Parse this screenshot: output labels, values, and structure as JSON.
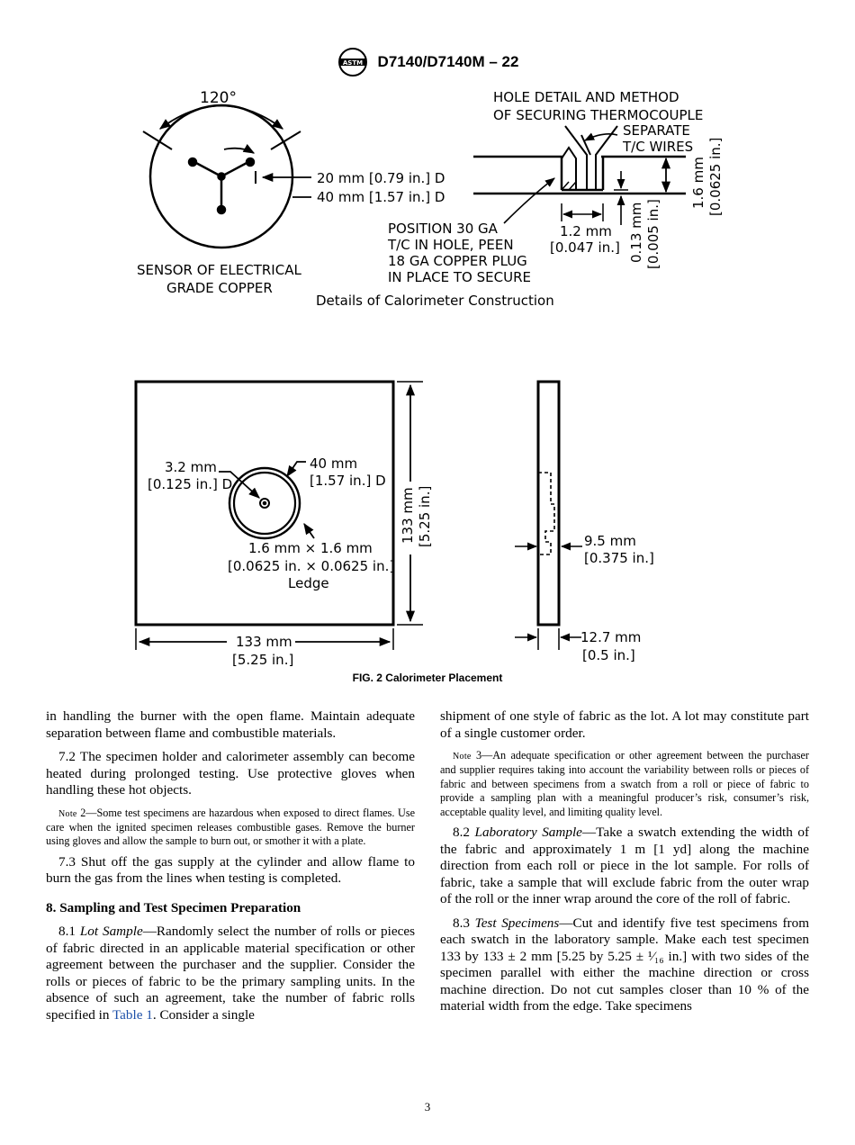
{
  "header": {
    "logo_text": "ASTM",
    "designation": "D7140/D7140M – 22"
  },
  "figure_top": {
    "angle": "120°",
    "dim_20": "20 mm [0.79 in.] D",
    "dim_40": "40 mm [1.57 in.] D",
    "sensor_line1": "SENSOR OF ELECTRICAL",
    "sensor_line2": "GRADE COPPER",
    "hole_title_line1": "HOLE DETAIL AND METHOD",
    "hole_title_line2": "OF SECURING THERMOCOUPLE",
    "separate_line1": "SEPARATE",
    "separate_line2": "T/C WIRES",
    "thick_mm": "1.6 mm",
    "thick_in": "[0.0625 in.]",
    "position_line1": "POSITION 30 GA",
    "position_line2": "T/C IN HOLE, PEEN",
    "position_line3": "18 GA COPPER PLUG",
    "position_line4": "IN PLACE TO SECURE",
    "width_mm": "1.2 mm",
    "width_in": "[0.047 in.]",
    "depth_mm": "0.13 mm",
    "depth_in": "[0.005 in.]",
    "caption": "Details of Calorimeter Construction"
  },
  "figure_bottom": {
    "hole_mm": "3.2 mm",
    "hole_in": "[0.125 in.] D",
    "ring_mm": "40 mm",
    "ring_in": "[1.57 in.] D",
    "ledge_line1": "1.6 mm × 1.6 mm",
    "ledge_line2": "[0.0625 in. × 0.0625 in.]",
    "ledge_line3": "Ledge",
    "height_mm": "133 mm",
    "height_in": "[5.25 in.]",
    "width_mm": "133 mm",
    "width_in": "[5.25 in.]",
    "depth_mm": "9.5 mm",
    "depth_in": "[0.375 in.]",
    "thick_mm": "12.7 mm",
    "thick_in": "[0.5 in.]"
  },
  "figure_caption": "FIG. 2 Calorimeter Placement",
  "left_column": {
    "p_cont": "in handling the burner with the open flame. Maintain adequate separation between flame and combustible materials.",
    "p72": "7.2 The specimen holder and calorimeter assembly can become heated during prolonged testing. Use protective gloves when handling these hot objects.",
    "note2_label": "Note",
    "note2_text": " 2—Some test specimens are hazardous when exposed to direct flames. Use care when the ignited specimen releases combustible gases. Remove the burner using gloves and allow the sample to burn out, or smother it with a plate.",
    "p73": "7.3 Shut off the gas supply at the cylinder and allow flame to burn the gas from the lines when testing is completed.",
    "section8": "8. Sampling and Test Specimen Preparation",
    "p81_num": "8.1 ",
    "p81_title": "Lot Sample",
    "p81_text": "—Randomly select the number of rolls or pieces of fabric directed in an applicable material specification or other agreement between the purchaser and the supplier. Consider the rolls or pieces of fabric to be the primary sampling units. In the absence of such an agreement, take the number of fabric rolls specified in ",
    "p81_link": "Table 1",
    "p81_tail": ". Consider a single"
  },
  "right_column": {
    "p_cont": "shipment of one style of fabric as the lot. A lot may constitute part of a single customer order.",
    "note3_label": "Note",
    "note3_text": " 3—An adequate specification or other agreement between the purchaser and supplier requires taking into account the variability between rolls or pieces of fabric and between specimens from a swatch from a roll or piece of fabric to provide a sampling plan with a meaningful producer’s risk, consumer’s risk, acceptable quality level, and limiting quality level.",
    "p82_num": "8.2 ",
    "p82_title": "Laboratory Sample",
    "p82_text": "—Take a swatch extending the width of the fabric and approximately 1 m [1 yd] along the machine direction from each roll or piece in the lot sample. For rolls of fabric, take a sample that will exclude fabric from the outer wrap of the roll or the inner wrap around the core of the roll of fabric.",
    "p83_num": "8.3 ",
    "p83_title": "Test Specimens",
    "p83_text": "—Cut and identify five test specimens from each swatch in the laboratory sample. Make each test specimen 133 by 133 ± 2 mm [5.25 by 5.25 ± ¹⁄₁₆ in.] with two sides of the specimen parallel with either the machine direction or cross machine direction. Do not cut samples closer than 10 % of the material width from the edge. Take specimens"
  },
  "page_number": "3"
}
